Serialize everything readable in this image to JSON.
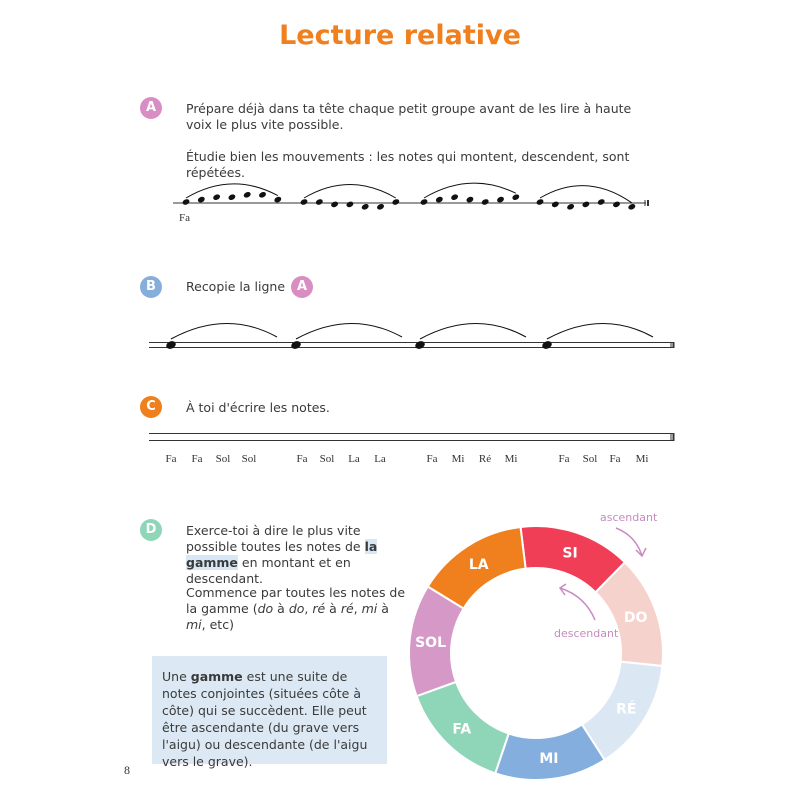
{
  "title": "Lecture relative",
  "page_number": "8",
  "sections": {
    "A": {
      "badge": "A",
      "color": "#d98ec3",
      "text1": "Prépare déjà dans ta tête chaque petit groupe avant de les lire à haute voix le plus vite possible.",
      "text2": "Étudie bien les mouvements : les notes qui montent, descendent, sont répétées.",
      "first_note_label": "Fa",
      "note_groups": [
        [
          0,
          1,
          2,
          2,
          3,
          3,
          1
        ],
        [
          0,
          0,
          -1,
          -1,
          -2,
          -2,
          0
        ],
        [
          0,
          1,
          2,
          1,
          0,
          1,
          2
        ],
        [
          0,
          -1,
          -2,
          -1,
          0,
          -1,
          -2
        ]
      ]
    },
    "B": {
      "badge": "B",
      "color": "#86aedb",
      "text": "Recopie la ligne",
      "ref_badge": "A"
    },
    "C": {
      "badge": "C",
      "color": "#f07f1d",
      "text": "À toi d'écrire les notes.",
      "notes": [
        "Fa",
        "Fa",
        "Sol",
        "Sol",
        "Fa",
        "Sol",
        "La",
        "La",
        "Fa",
        "Mi",
        "Ré",
        "Mi",
        "Fa",
        "Sol",
        "Fa",
        "Mi"
      ]
    },
    "D": {
      "badge": "D",
      "color": "#8fd6b9",
      "text1_before": "Exerce-toi à dire le plus vite possible toutes les notes de ",
      "text1_highlight": "la gamme",
      "text1_after": " en montant et en descendant.",
      "text2_parts": [
        "Commence par toutes les notes de la gamme (",
        "do",
        " à ",
        "do",
        ", ",
        "ré",
        " à ",
        "ré",
        ", ",
        "mi",
        " à ",
        "mi",
        ", etc)"
      ],
      "info_before": "Une ",
      "info_bold": "gamme",
      "info_after": " est une suite de notes conjointes (situées côte à côte) qui se succèdent. Elle peut être ascendante (du grave vers l'aigu) ou descendante (de l'aigu vers le grave)."
    }
  },
  "scale_wheel": {
    "ascending_label": "ascendant",
    "descending_label": "descendant",
    "arrow_color": "#c98bbf",
    "segments": [
      {
        "label": "SI",
        "color": "#f03e56"
      },
      {
        "label": "DO",
        "color": "#f6d2cc"
      },
      {
        "label": "RÉ",
        "color": "#dbe8f4"
      },
      {
        "label": "MI",
        "color": "#84aedd"
      },
      {
        "label": "FA",
        "color": "#8fd6b9"
      },
      {
        "label": "SOL",
        "color": "#d699c7"
      },
      {
        "label": "LA",
        "color": "#f07f1d"
      }
    ]
  }
}
